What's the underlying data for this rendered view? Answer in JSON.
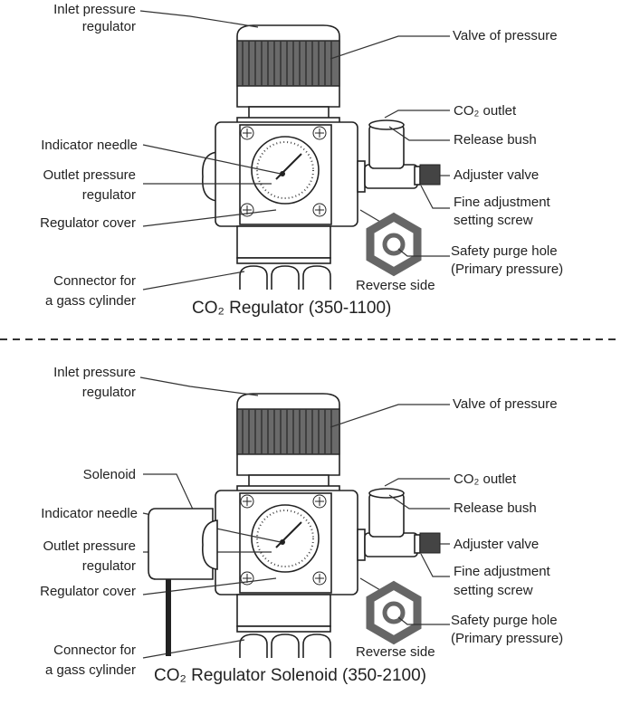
{
  "top": {
    "inlet_1": "Inlet pressure",
    "inlet_2": "regulator",
    "valve": "Valve of pressure",
    "co2_outlet": "CO₂ outlet",
    "release_bush": "Release bush",
    "indicator_needle": "Indicator needle",
    "outlet_1": "Outlet pressure",
    "outlet_2": "regulator",
    "adjuster": "Adjuster valve",
    "fine_1": "Fine adjustment",
    "fine_2": "setting screw",
    "cover": "Regulator cover",
    "safety_1": "Safety purge hole",
    "safety_2": "(Primary pressure)",
    "reverse": "Reverse side",
    "connector_1": "Connector for",
    "connector_2": "a gass cylinder",
    "title": "CO₂ Regulator (350-1100)"
  },
  "bottom": {
    "inlet_1": "Inlet pressure",
    "inlet_2": "regulator",
    "valve": "Valve of pressure",
    "solenoid": "Solenoid",
    "co2_outlet": "CO₂ outlet",
    "release_bush": "Release bush",
    "indicator_needle": "Indicator needle",
    "outlet_1": "Outlet pressure",
    "outlet_2": "regulator",
    "adjuster": "Adjuster valve",
    "fine_1": "Fine adjustment",
    "fine_2": "setting screw",
    "cover": "Regulator cover",
    "safety_1": "Safety purge hole",
    "safety_2": "(Primary pressure)",
    "reverse": "Reverse side",
    "connector_1": "Connector for",
    "connector_2": "a gass cylinder",
    "title": "CO₂ Regulator Solenoid (350-2100)"
  },
  "colors": {
    "line": "#222222",
    "knob": "#555555",
    "background": "#ffffff"
  }
}
